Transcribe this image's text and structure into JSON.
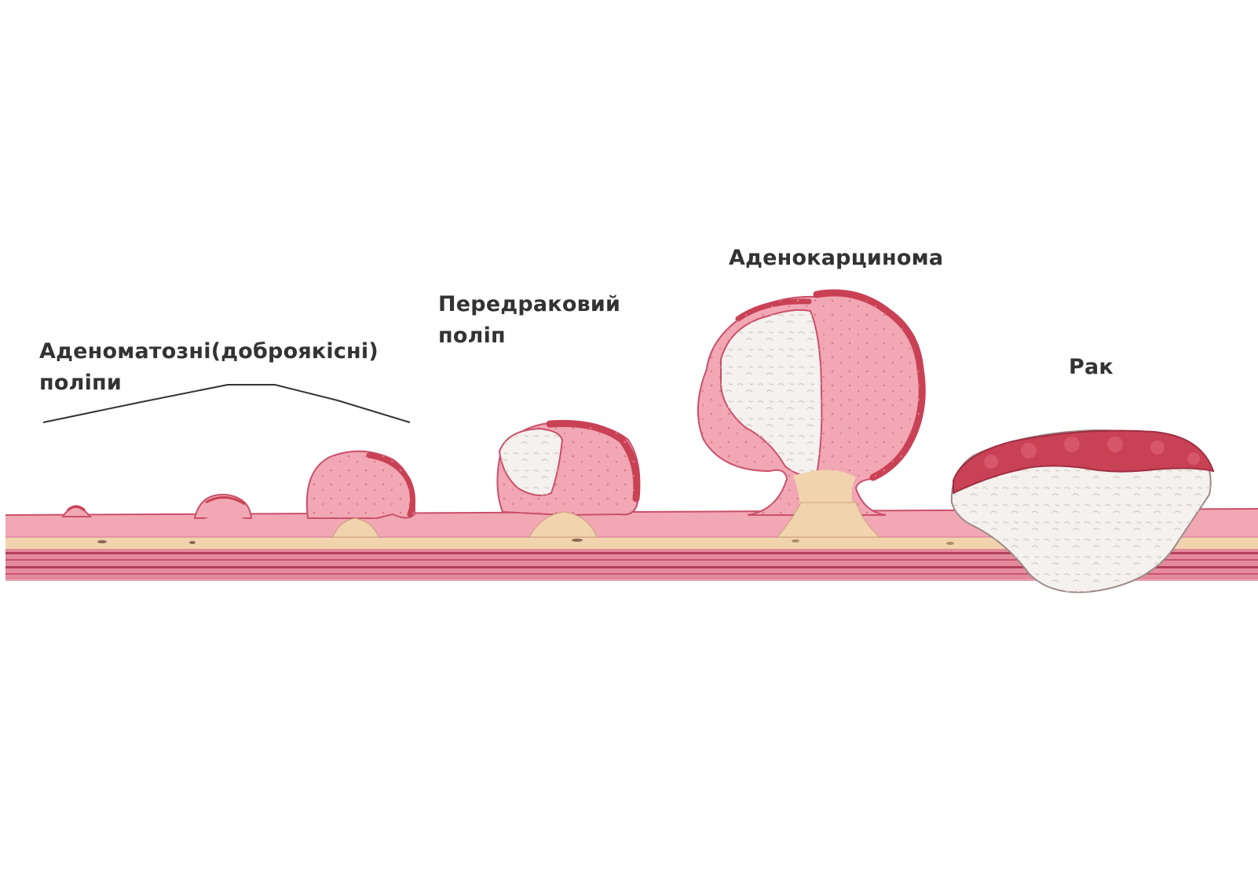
{
  "stages": [
    {
      "id": "benign",
      "label_lines": [
        "Аденоматозні(доброякісні)",
        "поліпи"
      ]
    },
    {
      "id": "precancer",
      "label_lines": [
        "Передраковий",
        "поліп"
      ]
    },
    {
      "id": "adenocarcinoma",
      "label_lines": [
        "Аденокарцинома"
      ]
    },
    {
      "id": "cancer",
      "label_lines": [
        "Рак"
      ]
    }
  ],
  "colors": {
    "mucosa": "#f2a7b4",
    "mucosa_outline": "#c9506a",
    "submucosa": "#f1d4ad",
    "muscle": "#d9738a",
    "muscle_dark": "#b2405a",
    "necrotic": "#f4f1ee",
    "hemorrhagic": "#c94155",
    "label_text": "#333333",
    "bracket_line": "#333333"
  },
  "icons": [
    "bracket-line"
  ]
}
